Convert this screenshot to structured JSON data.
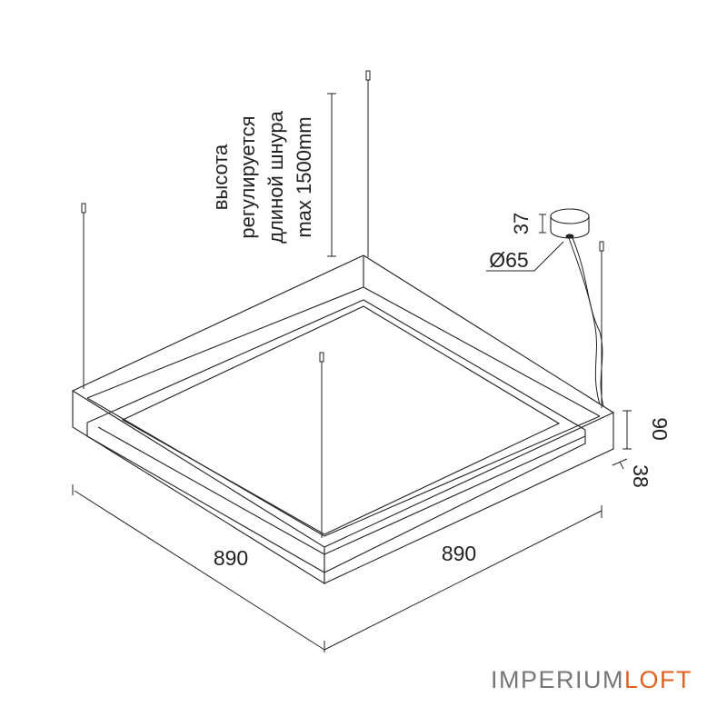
{
  "dimensions": {
    "width_left": "890",
    "width_right": "890",
    "height_profile": "90",
    "width_profile": "38",
    "canopy_height": "37",
    "canopy_diameter": "Ø65"
  },
  "note": {
    "line1": "высота",
    "line2": "регулируется",
    "line3": "длиной шнура",
    "line4": "max 1500mm"
  },
  "logo": {
    "part1": "IMPERIUM",
    "part2": "LOFT",
    "color1": "#777777",
    "color2": "#e0631f"
  }
}
